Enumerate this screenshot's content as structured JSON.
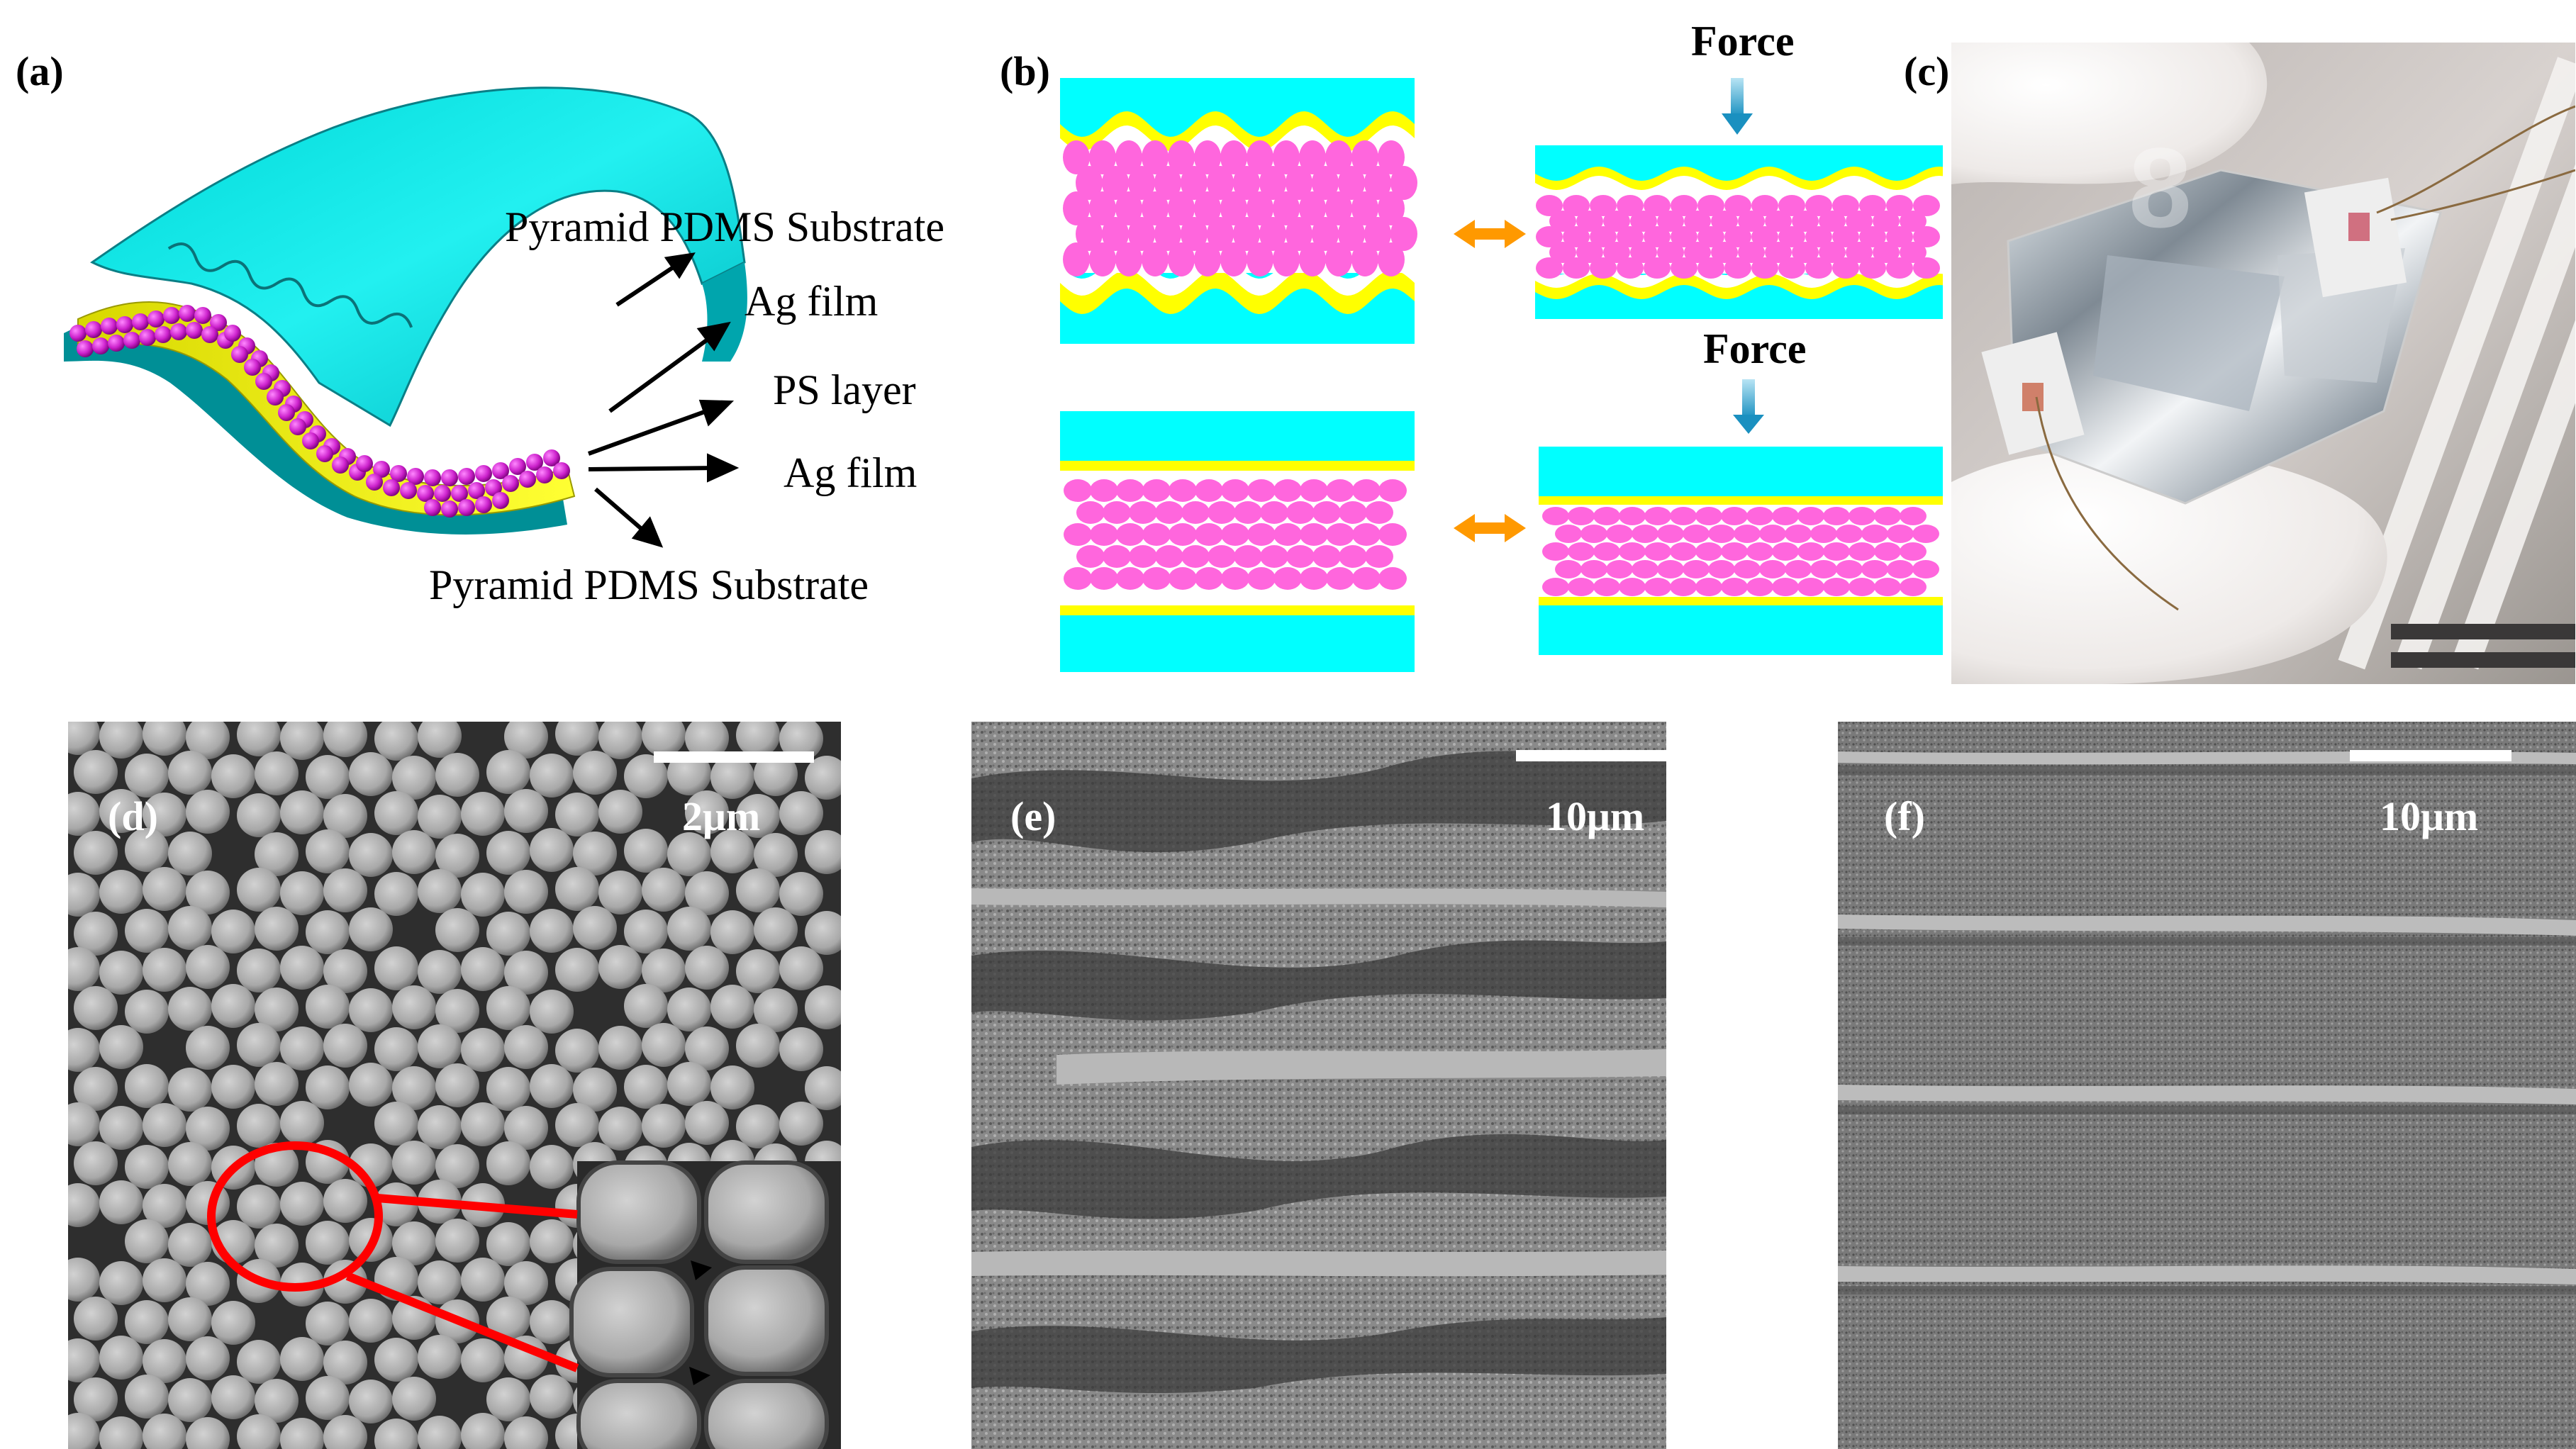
{
  "labels": {
    "a": "(a)",
    "b": "(b)",
    "c": "(c)",
    "d": "(d)",
    "e": "(e)",
    "f": "(f)"
  },
  "panel_a": {
    "top_substrate": "Pyramid PDMS Substrate",
    "top_film": "Ag film",
    "ps_layer": "PS layer",
    "bottom_film": "Ag film",
    "bottom_substrate": "Pyramid PDMS Substrate"
  },
  "panel_b": {
    "force_top": "Force",
    "force_bottom": "Force"
  },
  "scale_bars": {
    "d": "2μm",
    "e": "10μm",
    "f": "10μm"
  },
  "colors": {
    "substrate": "#00ffff",
    "ag_film": "#ffff00",
    "ps_sphere": "#ff66dd",
    "ps_sphere_3d": "#cc22cc",
    "arrow_orange": "#ff9900",
    "force_arrow": "#1aa0d0",
    "highlight_red": "#ff0000"
  }
}
